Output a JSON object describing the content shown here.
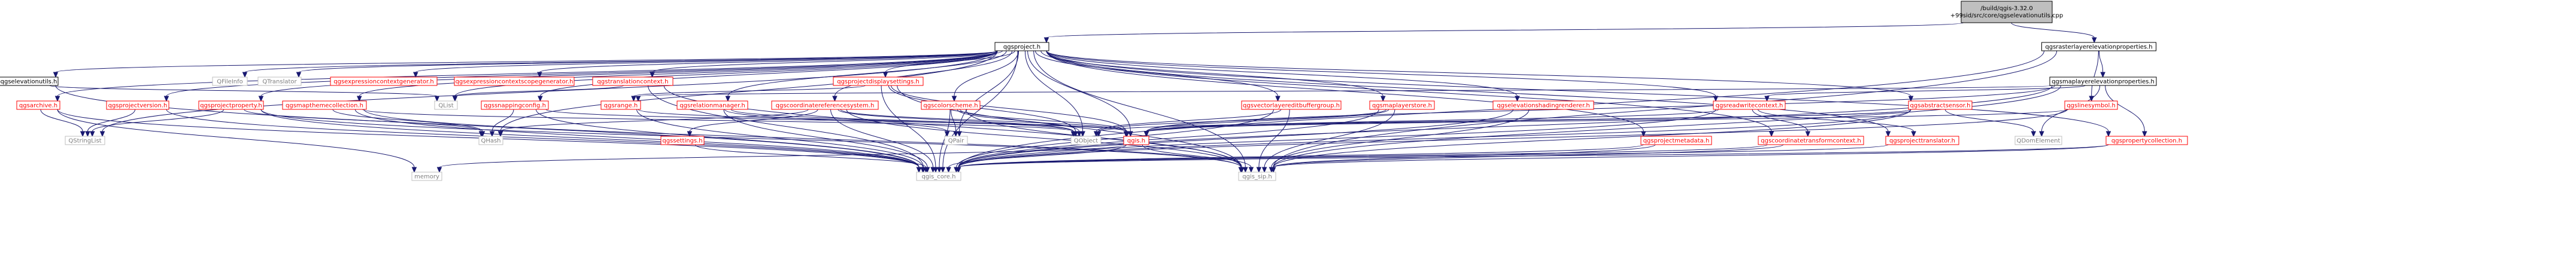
{
  "colors": {
    "edge": "#191970",
    "linked_text": "#000000",
    "red_text": "#ff0000",
    "gray_text": "#7f7f7f",
    "root_fill": "#bfbfbf",
    "node_fill": "#ffffff",
    "node_border": "#000000",
    "red_border": "#ff0000",
    "gray_border": "#bfbfbf"
  },
  "nodes": [
    {
      "id": "root",
      "label": "/build/qgis-3.32.0+99sid/src/core/qgselevationutils.cpp",
      "style": "root"
    },
    {
      "id": "qgsproject",
      "label": "qgsproject.h",
      "style": "linked"
    },
    {
      "id": "qgsrasterlayerelevationproperties",
      "label": "qgsrasterlayerelevationproperties.h",
      "style": "linked"
    },
    {
      "id": "qgselevationutils",
      "label": "qgselevationutils.h",
      "style": "linked"
    },
    {
      "id": "QFileInfo",
      "label": "QFileInfo",
      "style": "gray"
    },
    {
      "id": "QTranslator",
      "label": "QTranslator",
      "style": "gray"
    },
    {
      "id": "qgsexpressioncontextgenerator",
      "label": "qgsexpressioncontextgenerator.h",
      "style": "red"
    },
    {
      "id": "qgsexpressioncontextscopegenerator",
      "label": "qgsexpressioncontextscopegenerator.h",
      "style": "red"
    },
    {
      "id": "qgstranslationcontext",
      "label": "qgstranslationcontext.h",
      "style": "red"
    },
    {
      "id": "qgsprojectdisplaysettings",
      "label": "qgsprojectdisplaysettings.h",
      "style": "red"
    },
    {
      "id": "qgsmaplayerelevationproperties",
      "label": "qgsmaplayerelevationproperties.h",
      "style": "linked"
    },
    {
      "id": "qgsarchive",
      "label": "qgsarchive.h",
      "style": "red"
    },
    {
      "id": "qgsprojectversion",
      "label": "qgsprojectversion.h",
      "style": "red"
    },
    {
      "id": "qgsprojectproperty",
      "label": "qgsprojectproperty.h",
      "style": "red"
    },
    {
      "id": "qgsmapthemecollection",
      "label": "qgsmapthemecollection.h",
      "style": "red"
    },
    {
      "id": "QList",
      "label": "QList",
      "style": "gray"
    },
    {
      "id": "qgssnappingconfig",
      "label": "qgssnappingconfig.h",
      "style": "red"
    },
    {
      "id": "qgsrange",
      "label": "qgsrange.h",
      "style": "red"
    },
    {
      "id": "qgsrelationmanager",
      "label": "qgsrelationmanager.h",
      "style": "red"
    },
    {
      "id": "qgscoordinatereferencesystem",
      "label": "qgscoordinatereferencesystem.h",
      "style": "red"
    },
    {
      "id": "qgscolorscheme",
      "label": "qgscolorscheme.h",
      "style": "red"
    },
    {
      "id": "qgsvectorlayereditbuffergroup",
      "label": "qgsvectorlayereditbuffergroup.h",
      "style": "red"
    },
    {
      "id": "qgsmaplayerstore",
      "label": "qgsmaplayerstore.h",
      "style": "red"
    },
    {
      "id": "qgselevationshadingrenderer",
      "label": "qgselevationshadingrenderer.h",
      "style": "red"
    },
    {
      "id": "qgsreadwritecontext",
      "label": "qgsreadwritecontext.h",
      "style": "red"
    },
    {
      "id": "qgsabstractsensor",
      "label": "qgsabstractsensor.h",
      "style": "red"
    },
    {
      "id": "qgslinesymbol",
      "label": "qgslinesymbol.h",
      "style": "red"
    },
    {
      "id": "QStringList",
      "label": "QStringList",
      "style": "gray"
    },
    {
      "id": "QHash",
      "label": "QHash",
      "style": "gray"
    },
    {
      "id": "qgssettings",
      "label": "qgssettings.h",
      "style": "red"
    },
    {
      "id": "QPair",
      "label": "QPair",
      "style": "gray"
    },
    {
      "id": "QObject",
      "label": "QObject",
      "style": "gray"
    },
    {
      "id": "qgis",
      "label": "qgis.h",
      "style": "red"
    },
    {
      "id": "qgsprojectmetadata",
      "label": "qgsprojectmetadata.h",
      "style": "red"
    },
    {
      "id": "qgscoordinatetransformcontext",
      "label": "qgscoordinatetransformcontext.h",
      "style": "red"
    },
    {
      "id": "qgsprojecttranslator",
      "label": "qgsprojecttranslator.h",
      "style": "red"
    },
    {
      "id": "QDomElement",
      "label": "QDomElement",
      "style": "gray"
    },
    {
      "id": "qgspropertycollection",
      "label": "qgspropertycollection.h",
      "style": "red"
    },
    {
      "id": "memory",
      "label": "memory",
      "style": "gray"
    },
    {
      "id": "qgis_core",
      "label": "qgis_core.h",
      "style": "gray"
    },
    {
      "id": "qgis_sip",
      "label": "qgis_sip.h",
      "style": "gray"
    }
  ],
  "edges": [
    [
      "root",
      "qgsproject"
    ],
    [
      "root",
      "qgsrasterlayerelevationproperties"
    ],
    [
      "qgsproject",
      "qgselevationutils"
    ],
    [
      "qgsproject",
      "QFileInfo"
    ],
    [
      "qgsproject",
      "QTranslator"
    ],
    [
      "qgsproject",
      "qgsexpressioncontextgenerator"
    ],
    [
      "qgsproject",
      "qgsexpressioncontextscopegenerator"
    ],
    [
      "qgsproject",
      "qgstranslationcontext"
    ],
    [
      "qgsproject",
      "qgsprojectdisplaysettings"
    ],
    [
      "qgsproject",
      "qgsarchive"
    ],
    [
      "qgsproject",
      "qgsprojectversion"
    ],
    [
      "qgsproject",
      "qgsprojectproperty"
    ],
    [
      "qgsproject",
      "qgsmapthemecollection"
    ],
    [
      "qgsproject",
      "QList"
    ],
    [
      "qgsproject",
      "qgssnappingconfig"
    ],
    [
      "qgsproject",
      "qgsrelationmanager"
    ],
    [
      "qgsproject",
      "qgscoordinatereferencesystem"
    ],
    [
      "qgsproject",
      "qgscolorscheme"
    ],
    [
      "qgsproject",
      "qgsvectorlayereditbuffergroup"
    ],
    [
      "qgsproject",
      "qgsmaplayerstore"
    ],
    [
      "qgsproject",
      "qgselevationshadingrenderer"
    ],
    [
      "qgsproject",
      "qgsreadwritecontext"
    ],
    [
      "qgsproject",
      "qgsabstractsensor"
    ],
    [
      "qgsproject",
      "QStringList"
    ],
    [
      "qgsproject",
      "QHash"
    ],
    [
      "qgsproject",
      "QPair"
    ],
    [
      "qgsproject",
      "QObject"
    ],
    [
      "qgsproject",
      "qgis"
    ],
    [
      "qgsproject",
      "qgsprojectmetadata"
    ],
    [
      "qgsproject",
      "qgscoordinatetransformcontext"
    ],
    [
      "qgsproject",
      "qgsprojecttranslator"
    ],
    [
      "qgsproject",
      "qgspropertycollection"
    ],
    [
      "qgsproject",
      "qgis_core"
    ],
    [
      "qgsproject",
      "qgis_sip"
    ],
    [
      "qgsrasterlayerelevationproperties",
      "qgsmaplayerelevationproperties"
    ],
    [
      "qgsrasterlayerelevationproperties",
      "qgslinesymbol"
    ],
    [
      "qgsrasterlayerelevationproperties",
      "qgis_core"
    ],
    [
      "qgsrasterlayerelevationproperties",
      "qgis_sip"
    ],
    [
      "qgsmaplayerelevationproperties",
      "qgsrange"
    ],
    [
      "qgsmaplayerelevationproperties",
      "qgsreadwritecontext"
    ],
    [
      "qgsmaplayerelevationproperties",
      "QDomElement"
    ],
    [
      "qgsmaplayerelevationproperties",
      "qgspropertycollection"
    ],
    [
      "qgsmaplayerelevationproperties",
      "qgis"
    ],
    [
      "qgsmaplayerelevationproperties",
      "qgis_core"
    ],
    [
      "qgsmaplayerelevationproperties",
      "qgis_sip"
    ],
    [
      "qgselevationutils",
      "QList"
    ],
    [
      "qgselevationutils",
      "qgis_core"
    ],
    [
      "qgsarchive",
      "QStringList"
    ],
    [
      "qgsarchive",
      "memory"
    ],
    [
      "qgsarchive",
      "qgis_core"
    ],
    [
      "qgsprojectversion",
      "QStringList"
    ],
    [
      "qgsprojectversion",
      "qgis_core"
    ],
    [
      "qgsprojectproperty",
      "QStringList"
    ],
    [
      "qgsprojectproperty",
      "QHash"
    ],
    [
      "qgsprojectproperty",
      "qgis_core"
    ],
    [
      "qgsprojectproperty",
      "qgis_sip"
    ],
    [
      "qgsmapthemecollection",
      "QObject"
    ],
    [
      "qgsmapthemecollection",
      "QHash"
    ],
    [
      "qgsmapthemecollection",
      "qgis_core"
    ],
    [
      "qgsmapthemecollection",
      "qgis_sip"
    ],
    [
      "qgssnappingconfig",
      "QHash"
    ],
    [
      "qgssnappingconfig",
      "qgis"
    ],
    [
      "qgssnappingconfig",
      "qgis_core"
    ],
    [
      "qgstranslationcontext",
      "qgis_core"
    ],
    [
      "qgstranslationcontext",
      "qgis_sip"
    ],
    [
      "qgstranslationcontext",
      "QList"
    ],
    [
      "qgsprojectdisplaysettings",
      "qgsrange"
    ],
    [
      "qgsprojectdisplaysettings",
      "QObject"
    ],
    [
      "qgsprojectdisplaysettings",
      "qgis"
    ],
    [
      "qgsprojectdisplaysettings",
      "qgis_core"
    ],
    [
      "qgsprojectdisplaysettings",
      "qgis_sip"
    ],
    [
      "qgsrange",
      "qgis"
    ],
    [
      "qgsrange",
      "qgis_core"
    ],
    [
      "qgsrelationmanager",
      "QObject"
    ],
    [
      "qgsrelationmanager",
      "QPair"
    ],
    [
      "qgsrelationmanager",
      "qgis_core"
    ],
    [
      "qgscoordinatereferencesystem",
      "qgssettings"
    ],
    [
      "qgscoordinatereferencesystem",
      "QHash"
    ],
    [
      "qgscoordinatereferencesystem",
      "QObject"
    ],
    [
      "qgscoordinatereferencesystem",
      "qgis"
    ],
    [
      "qgscoordinatereferencesystem",
      "qgis_core"
    ],
    [
      "qgscoordinatereferencesystem",
      "qgis_sip"
    ],
    [
      "qgssettings",
      "qgis_core"
    ],
    [
      "qgscolorscheme",
      "QObject"
    ],
    [
      "qgscolorscheme",
      "QPair"
    ],
    [
      "qgscolorscheme",
      "qgis"
    ],
    [
      "qgscolorscheme",
      "qgis_core"
    ],
    [
      "qgscolorscheme",
      "qgis_sip"
    ],
    [
      "qgsvectorlayereditbuffergroup",
      "QObject"
    ],
    [
      "qgsvectorlayereditbuffergroup",
      "qgis_core"
    ],
    [
      "qgsvectorlayereditbuffergroup",
      "qgis_sip"
    ],
    [
      "qgsmaplayerstore",
      "QObject"
    ],
    [
      "qgsmaplayerstore",
      "qgis"
    ],
    [
      "qgsmaplayerstore",
      "qgis_core"
    ],
    [
      "qgsmaplayerstore",
      "qgis_sip"
    ],
    [
      "qgselevationshadingrenderer",
      "qgis_core"
    ],
    [
      "qgselevationshadingrenderer",
      "qgis_sip"
    ],
    [
      "qgsreadwritecontext",
      "qgsprojecttranslator"
    ],
    [
      "qgsreadwritecontext",
      "qgscoordinatetransformcontext"
    ],
    [
      "qgsreadwritecontext",
      "qgis"
    ],
    [
      "qgsreadwritecontext",
      "qgis_core"
    ],
    [
      "qgsabstractsensor",
      "QDomElement"
    ],
    [
      "qgsabstractsensor",
      "QObject"
    ],
    [
      "qgsabstractsensor",
      "qgis"
    ],
    [
      "qgsabstractsensor",
      "qgis_core"
    ],
    [
      "qgsabstractsensor",
      "qgis_sip"
    ],
    [
      "qgslinesymbol",
      "qgis"
    ],
    [
      "qgslinesymbol",
      "qgis_core"
    ],
    [
      "qgis",
      "memory"
    ],
    [
      "qgis",
      "qgis_core"
    ],
    [
      "qgis",
      "qgis_sip"
    ],
    [
      "qgsprojectmetadata",
      "qgis_core"
    ],
    [
      "qgsprojectmetadata",
      "qgis_sip"
    ],
    [
      "qgscoordinatetransformcontext",
      "qgis_core"
    ],
    [
      "qgscoordinatetransformcontext",
      "qgis_sip"
    ],
    [
      "qgsprojecttranslator",
      "qgis_core"
    ],
    [
      "qgspropertycollection",
      "qgis_core"
    ],
    [
      "qgspropertycollection",
      "qgis_sip"
    ]
  ]
}
